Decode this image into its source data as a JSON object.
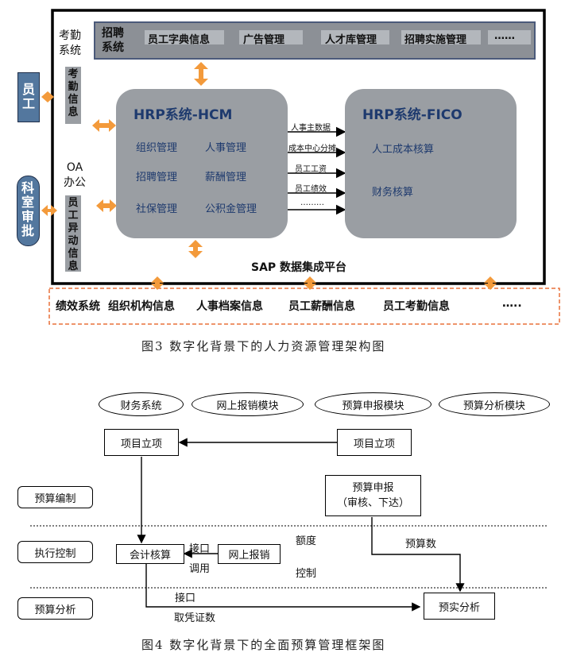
{
  "fig3": {
    "kaoqin": "考勤\n系统",
    "zhaopin_label": "招聘\n系统",
    "zhaopin_items": [
      "员工字典信息",
      "广告管理",
      "人才库管理",
      "招聘实施管理",
      "……"
    ],
    "kaoqin_info": "考勤信息",
    "yuangong": "员工",
    "keshi": "科室审批",
    "oa": "OA\n办公",
    "change_info": "员工异动信息",
    "hcm_title": "HRP系统-HCM",
    "hcm_items": [
      "组织管理",
      "人事管理",
      "招聘管理",
      "薪酬管理",
      "社保管理",
      "公积金管理"
    ],
    "fico_title": "HRP系统-FICO",
    "fico_items": [
      "人工成本核算",
      "财务核算"
    ],
    "flows": [
      "人事主数据",
      "成本中心分摊",
      "员工工资",
      "员工绩效",
      "………"
    ],
    "platform": "SAP 数据集成平台",
    "bottom_items": [
      "绩效系统",
      "组织机构信息",
      "人事档案信息",
      "员工薪酬信息",
      "员工考勤信息",
      "….."
    ],
    "caption": "图3   数字化背景下的人力资源管理架构图"
  },
  "fig4": {
    "pills": [
      "财务系统",
      "网上报销模块",
      "预算申报模块",
      "预算分析模块"
    ],
    "xmlx_left": "项目立项",
    "xmlx_right": "项目立项",
    "ysbz": "预算编制",
    "yssb": "预算申报\n（审核、下达）",
    "zxkz": "执行控制",
    "kjhs": "会计核算",
    "jiekou1": "接口",
    "diaoyong": "调用",
    "wsbx": "网上报销",
    "edu": "额度",
    "yss": "预算数",
    "kongzhi": "控制",
    "ysfx": "预算分析",
    "jiekou2": "接口",
    "qupingzheng": "取凭证数",
    "yushi": "预实分析",
    "caption": "图4   数字化背景下的全面预算管理框架图"
  },
  "colors": {
    "accent_orange": "#f39a3b",
    "hcm_gray": "#9a9ea3",
    "oval_blue": "#53779e",
    "dashed_orange": "#e8703a"
  }
}
